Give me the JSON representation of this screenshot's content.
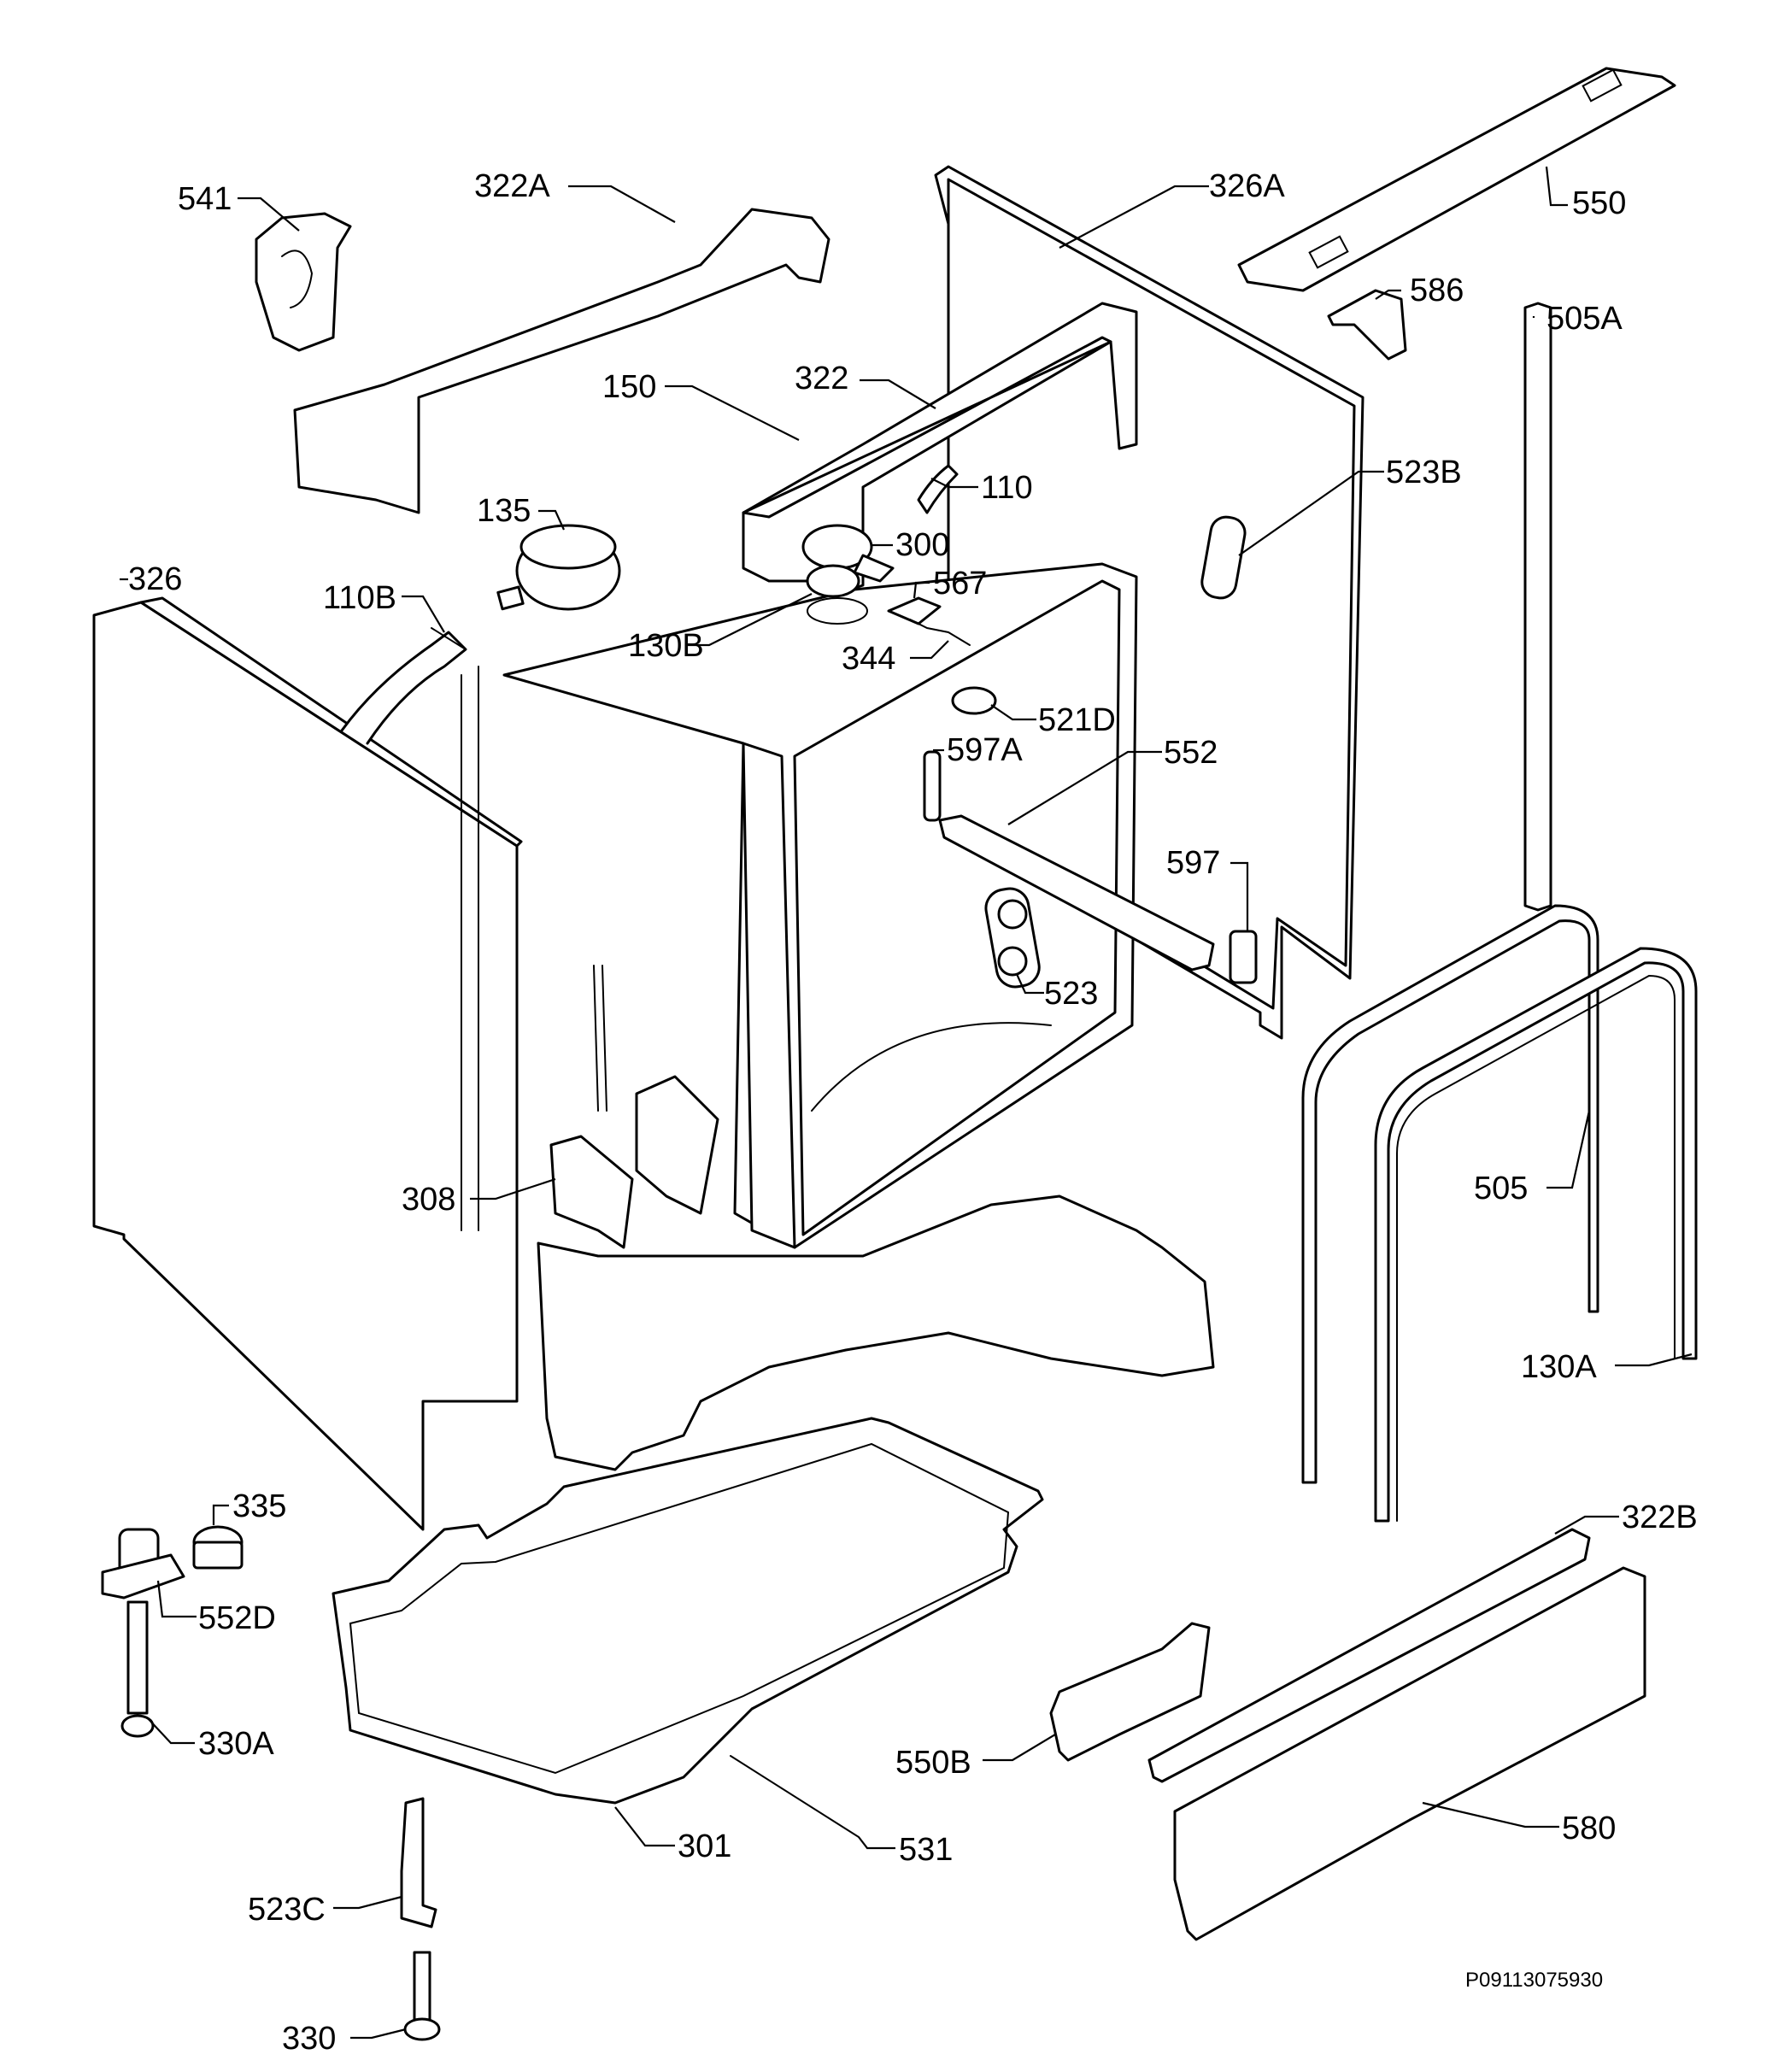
{
  "diagram": {
    "code": "P09113075930",
    "callouts": [
      {
        "id": "541",
        "text": "541"
      },
      {
        "id": "322A",
        "text": "322A"
      },
      {
        "id": "326A",
        "text": "326A"
      },
      {
        "id": "550",
        "text": "550"
      },
      {
        "id": "586",
        "text": "586"
      },
      {
        "id": "505A",
        "text": "505A"
      },
      {
        "id": "150",
        "text": "150"
      },
      {
        "id": "322",
        "text": "322"
      },
      {
        "id": "110",
        "text": "110"
      },
      {
        "id": "523B",
        "text": "523B"
      },
      {
        "id": "135",
        "text": "135"
      },
      {
        "id": "300",
        "text": "300"
      },
      {
        "id": "567",
        "text": "567"
      },
      {
        "id": "326",
        "text": "326"
      },
      {
        "id": "110B",
        "text": "110B"
      },
      {
        "id": "130B",
        "text": "130B"
      },
      {
        "id": "344",
        "text": "344"
      },
      {
        "id": "521D",
        "text": "521D"
      },
      {
        "id": "597A",
        "text": "597A"
      },
      {
        "id": "552",
        "text": "552"
      },
      {
        "id": "597",
        "text": "597"
      },
      {
        "id": "523",
        "text": "523"
      },
      {
        "id": "308",
        "text": "308"
      },
      {
        "id": "505",
        "text": "505"
      },
      {
        "id": "130A",
        "text": "130A"
      },
      {
        "id": "335",
        "text": "335"
      },
      {
        "id": "552D",
        "text": "552D"
      },
      {
        "id": "322B",
        "text": "322B"
      },
      {
        "id": "330A",
        "text": "330A"
      },
      {
        "id": "550B",
        "text": "550B"
      },
      {
        "id": "580",
        "text": "580"
      },
      {
        "id": "301",
        "text": "301"
      },
      {
        "id": "531",
        "text": "531"
      },
      {
        "id": "523C",
        "text": "523C"
      },
      {
        "id": "330",
        "text": "330"
      }
    ]
  }
}
